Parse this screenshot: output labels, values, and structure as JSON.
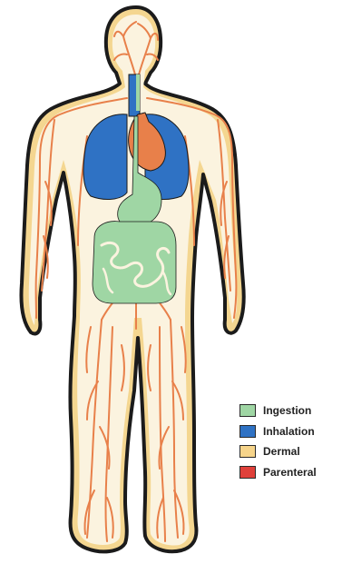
{
  "legend": {
    "items": [
      {
        "label": "Ingestion",
        "color": "#9fd6a4"
      },
      {
        "label": "Inhalation",
        "color": "#2f72c4"
      },
      {
        "label": "Dermal",
        "color": "#f6d48a"
      },
      {
        "label": "Parenteral",
        "color": "#e0403a"
      }
    ]
  },
  "colors": {
    "skin": "#fbf3df",
    "skin_rim": "#f4d690",
    "outline": "#1b1b1b",
    "vessels": "#e8804a",
    "lungs": "#2f72c4",
    "heart": "#e8804a",
    "gi_tract": "#9fd6a4"
  },
  "icons": [
    "human-body-figure",
    "lungs-icon",
    "heart-icon",
    "stomach-icon",
    "intestines-icon",
    "blood-vessels-icon"
  ]
}
